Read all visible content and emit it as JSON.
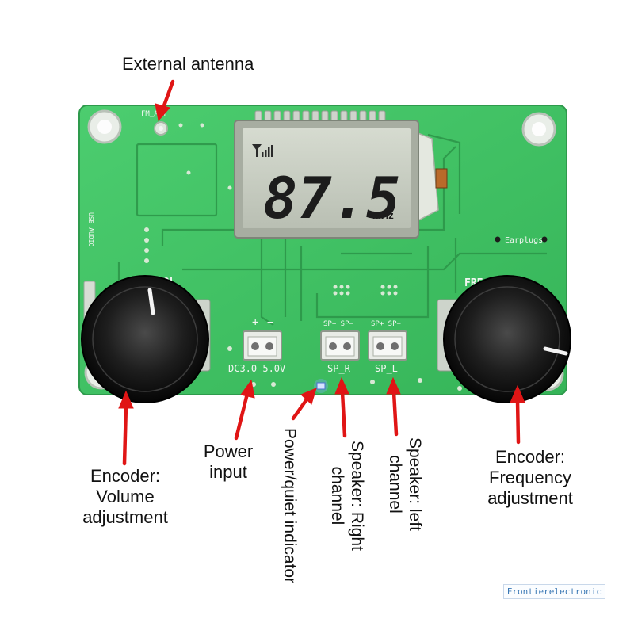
{
  "callouts": {
    "antenna": "External antenna",
    "power_input_lines": [
      "Power",
      "input"
    ],
    "volume_lines": [
      "Encoder:",
      "Volume",
      "adjustment"
    ],
    "frequency_lines": [
      "Encoder:",
      "Frequency",
      "adjustment"
    ],
    "indicator": "Power/quiet indicator",
    "speaker_right_lines": [
      "Speaker: Right",
      "channel"
    ],
    "speaker_left_lines": [
      "Speaker: left",
      "channel"
    ]
  },
  "board": {
    "lcd_frequency": "87.5",
    "lcd_unit": "MHz",
    "silk_fm_ant": "FM_ANT",
    "silk_vol": "VOL",
    "silk_fre": "FRE",
    "silk_power_plus": "+",
    "silk_power_minus": "−",
    "silk_power_rating": "DC3.0-5.0V",
    "silk_sp_r": "SP_R",
    "silk_sp_l": "SP_L",
    "silk_sp_pins": "SP+ SP−",
    "silk_earplugs": "Earplugs",
    "silk_usb_audio": "USB AUDIO"
  },
  "watermark": "Frontierelectronic",
  "colors": {
    "pcb": "#43c866",
    "pcb_dark": "#2f9d4d",
    "arrow": "#e01515",
    "lcd": "#c9cfc3"
  }
}
